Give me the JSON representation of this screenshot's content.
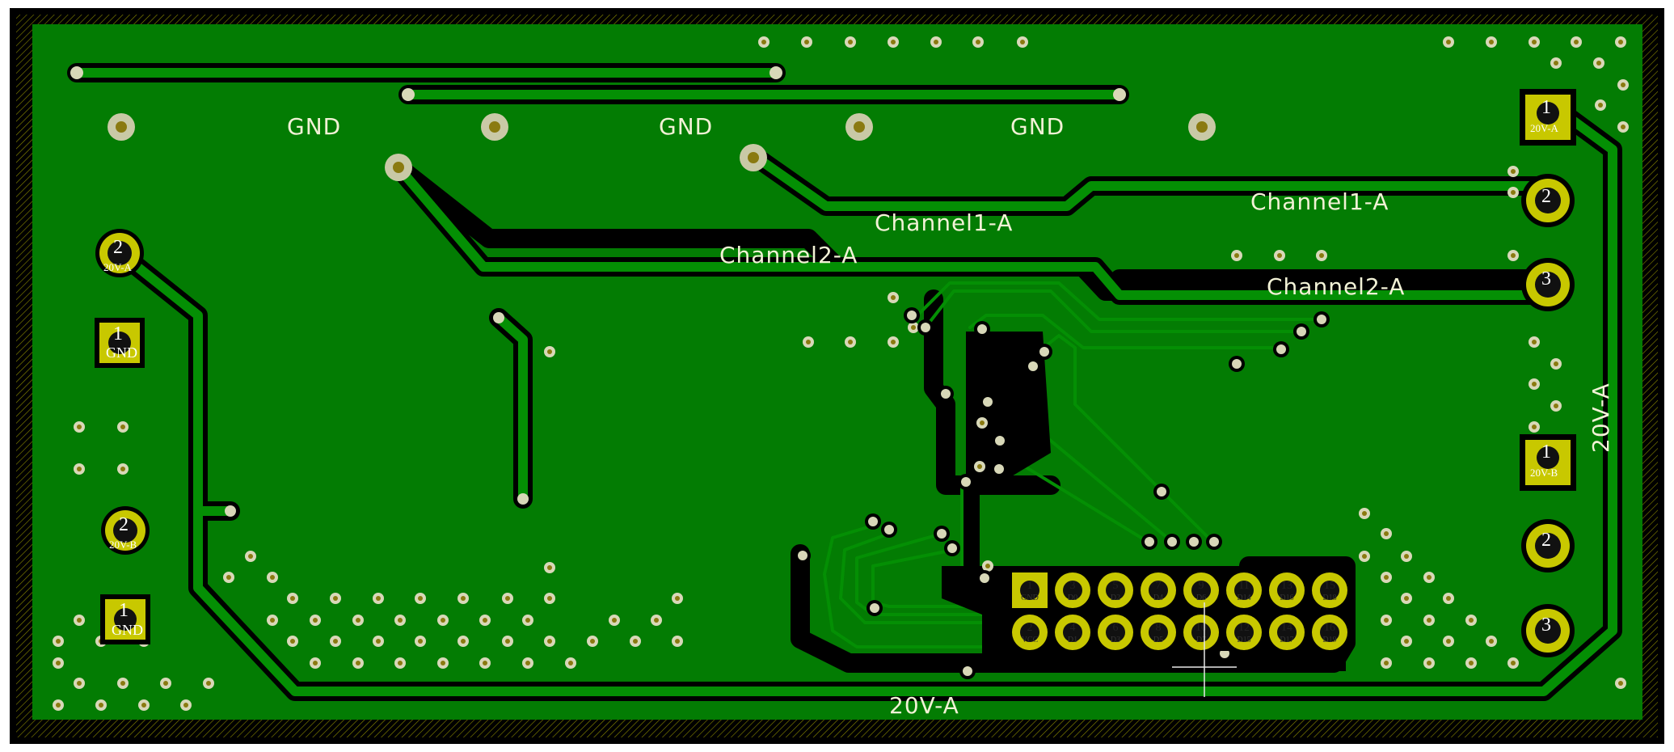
{
  "colors": {
    "board_edge": "#000000",
    "copper_fill": "#037c03",
    "trace_clearance": "#000000",
    "trace": "#048f04",
    "pad_copper": "#c8c800",
    "via_ring": "#c9c9a6",
    "via_hole": "#8a7a10",
    "silkscreen": "#f2f2d6",
    "outline_hatch": "#b0b000"
  },
  "silkscreen": {
    "gnd_1": "GND",
    "gnd_2": "GND",
    "gnd_3": "GND",
    "channel1_center": "Channel1-A",
    "channel2_center": "Channel2-A",
    "channel1_right": "Channel1-A",
    "channel2_right": "Channel2-A",
    "power_bottom": "20V-A",
    "power_right": "20V-A"
  },
  "connectors": {
    "left_top_pin2": {
      "num": "2",
      "name": "20V-A"
    },
    "left_top_pin1": {
      "num": "1",
      "name": "GND"
    },
    "left_bot_pin2": {
      "num": "2",
      "name": "20V-B"
    },
    "left_bot_pin1": {
      "num": "1",
      "name": "GND"
    },
    "right_top_pin1": {
      "num": "1",
      "name": "20V-A"
    },
    "right_top_pin2": {
      "num": "2",
      "name": ""
    },
    "right_top_pin3": {
      "num": "3",
      "name": ""
    },
    "right_bot_pin1": {
      "num": "1",
      "name": "20V-B"
    },
    "right_bot_pin2": {
      "num": "2",
      "name": ""
    },
    "right_bot_pin3": {
      "num": "3",
      "name": ""
    }
  },
  "header": {
    "top_row": [
      {
        "num": "1",
        "name": "GND"
      },
      {
        "num": "3",
        "name": "D0"
      },
      {
        "num": "5",
        "name": "D2"
      },
      {
        "num": "7",
        "name": "D4"
      },
      {
        "num": "9",
        "name": "D6"
      },
      {
        "num": "11",
        "name": "D14"
      },
      {
        "num": "13",
        "name": "D16"
      },
      {
        "num": "15",
        "name": "D18"
      }
    ],
    "bottom_row": [
      {
        "num": "2",
        "name": "VCC"
      },
      {
        "num": "4",
        "name": "D1"
      },
      {
        "num": "6",
        "name": "D3"
      },
      {
        "num": "8",
        "name": "D5"
      },
      {
        "num": "10",
        "name": "D7"
      },
      {
        "num": "12",
        "name": "D15"
      },
      {
        "num": "14",
        "name": "D17"
      },
      {
        "num": "16",
        "name": "D19"
      }
    ]
  }
}
